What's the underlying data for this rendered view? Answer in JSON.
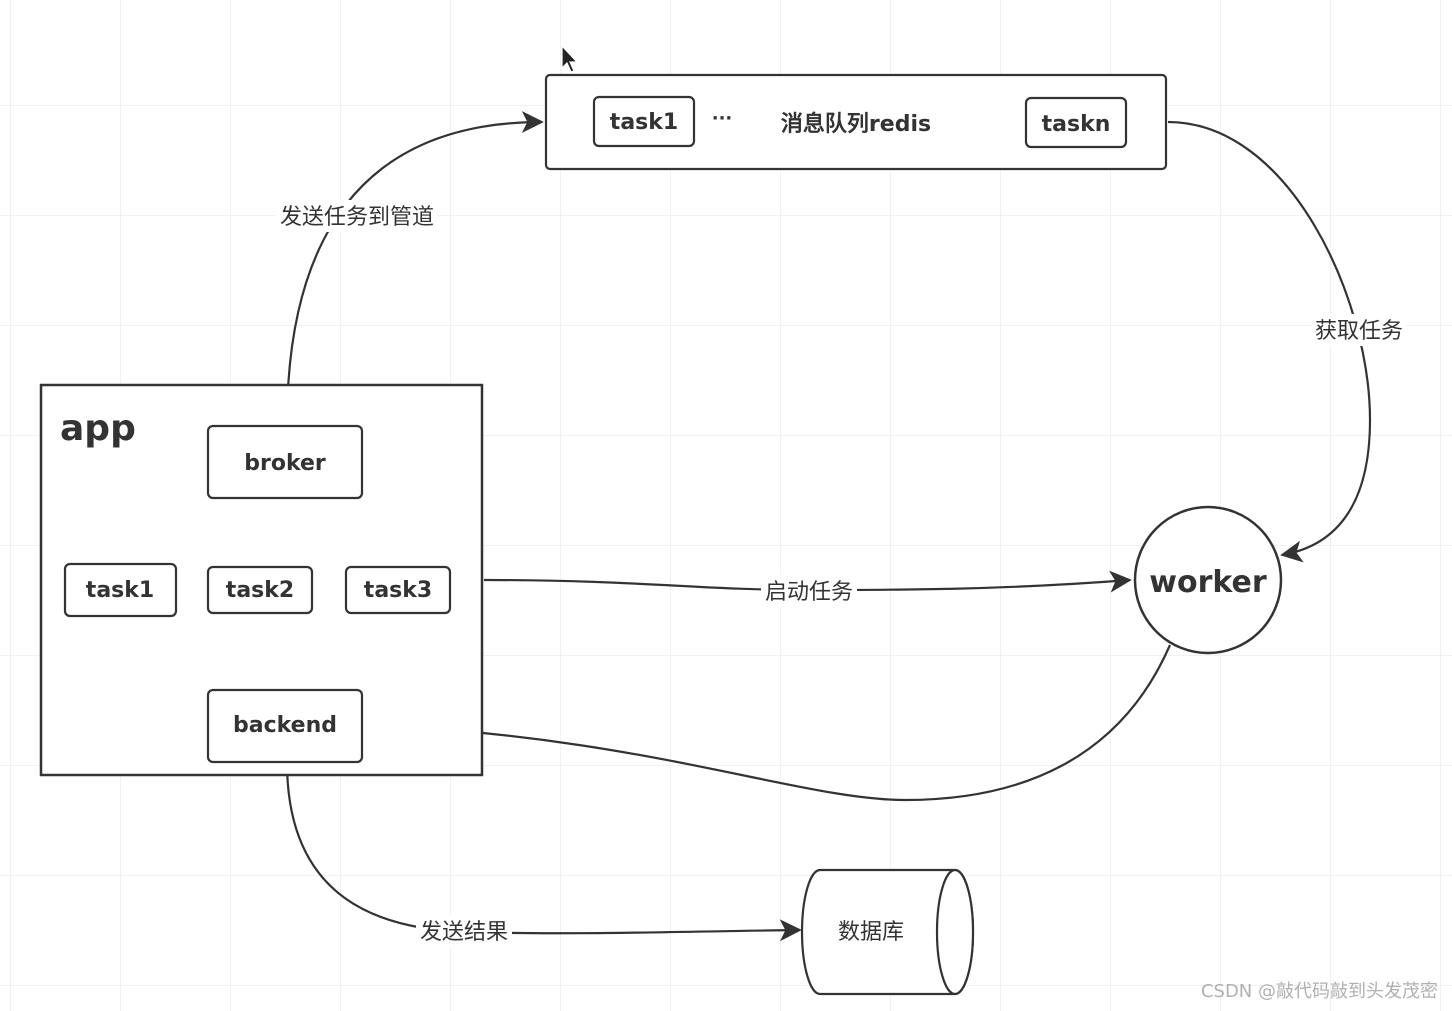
{
  "app": {
    "title": "app"
  },
  "nodes": {
    "broker": "broker",
    "task1": "task1",
    "task2": "task2",
    "task3": "task3",
    "backend": "backend",
    "worker": "worker",
    "database": "数据库"
  },
  "queue": {
    "label": "消息队列redis",
    "first_task": "task1",
    "ellipsis": "···",
    "last_task": "taskn"
  },
  "edges": {
    "send_to_pipe": "发送任务到管道",
    "fetch_task": "获取任务",
    "start_task": "启动任务",
    "send_result": "发送结果"
  },
  "watermark": "CSDN @敲代码敲到头发茂密",
  "cursor_icon": "mouse-pointer-icon"
}
